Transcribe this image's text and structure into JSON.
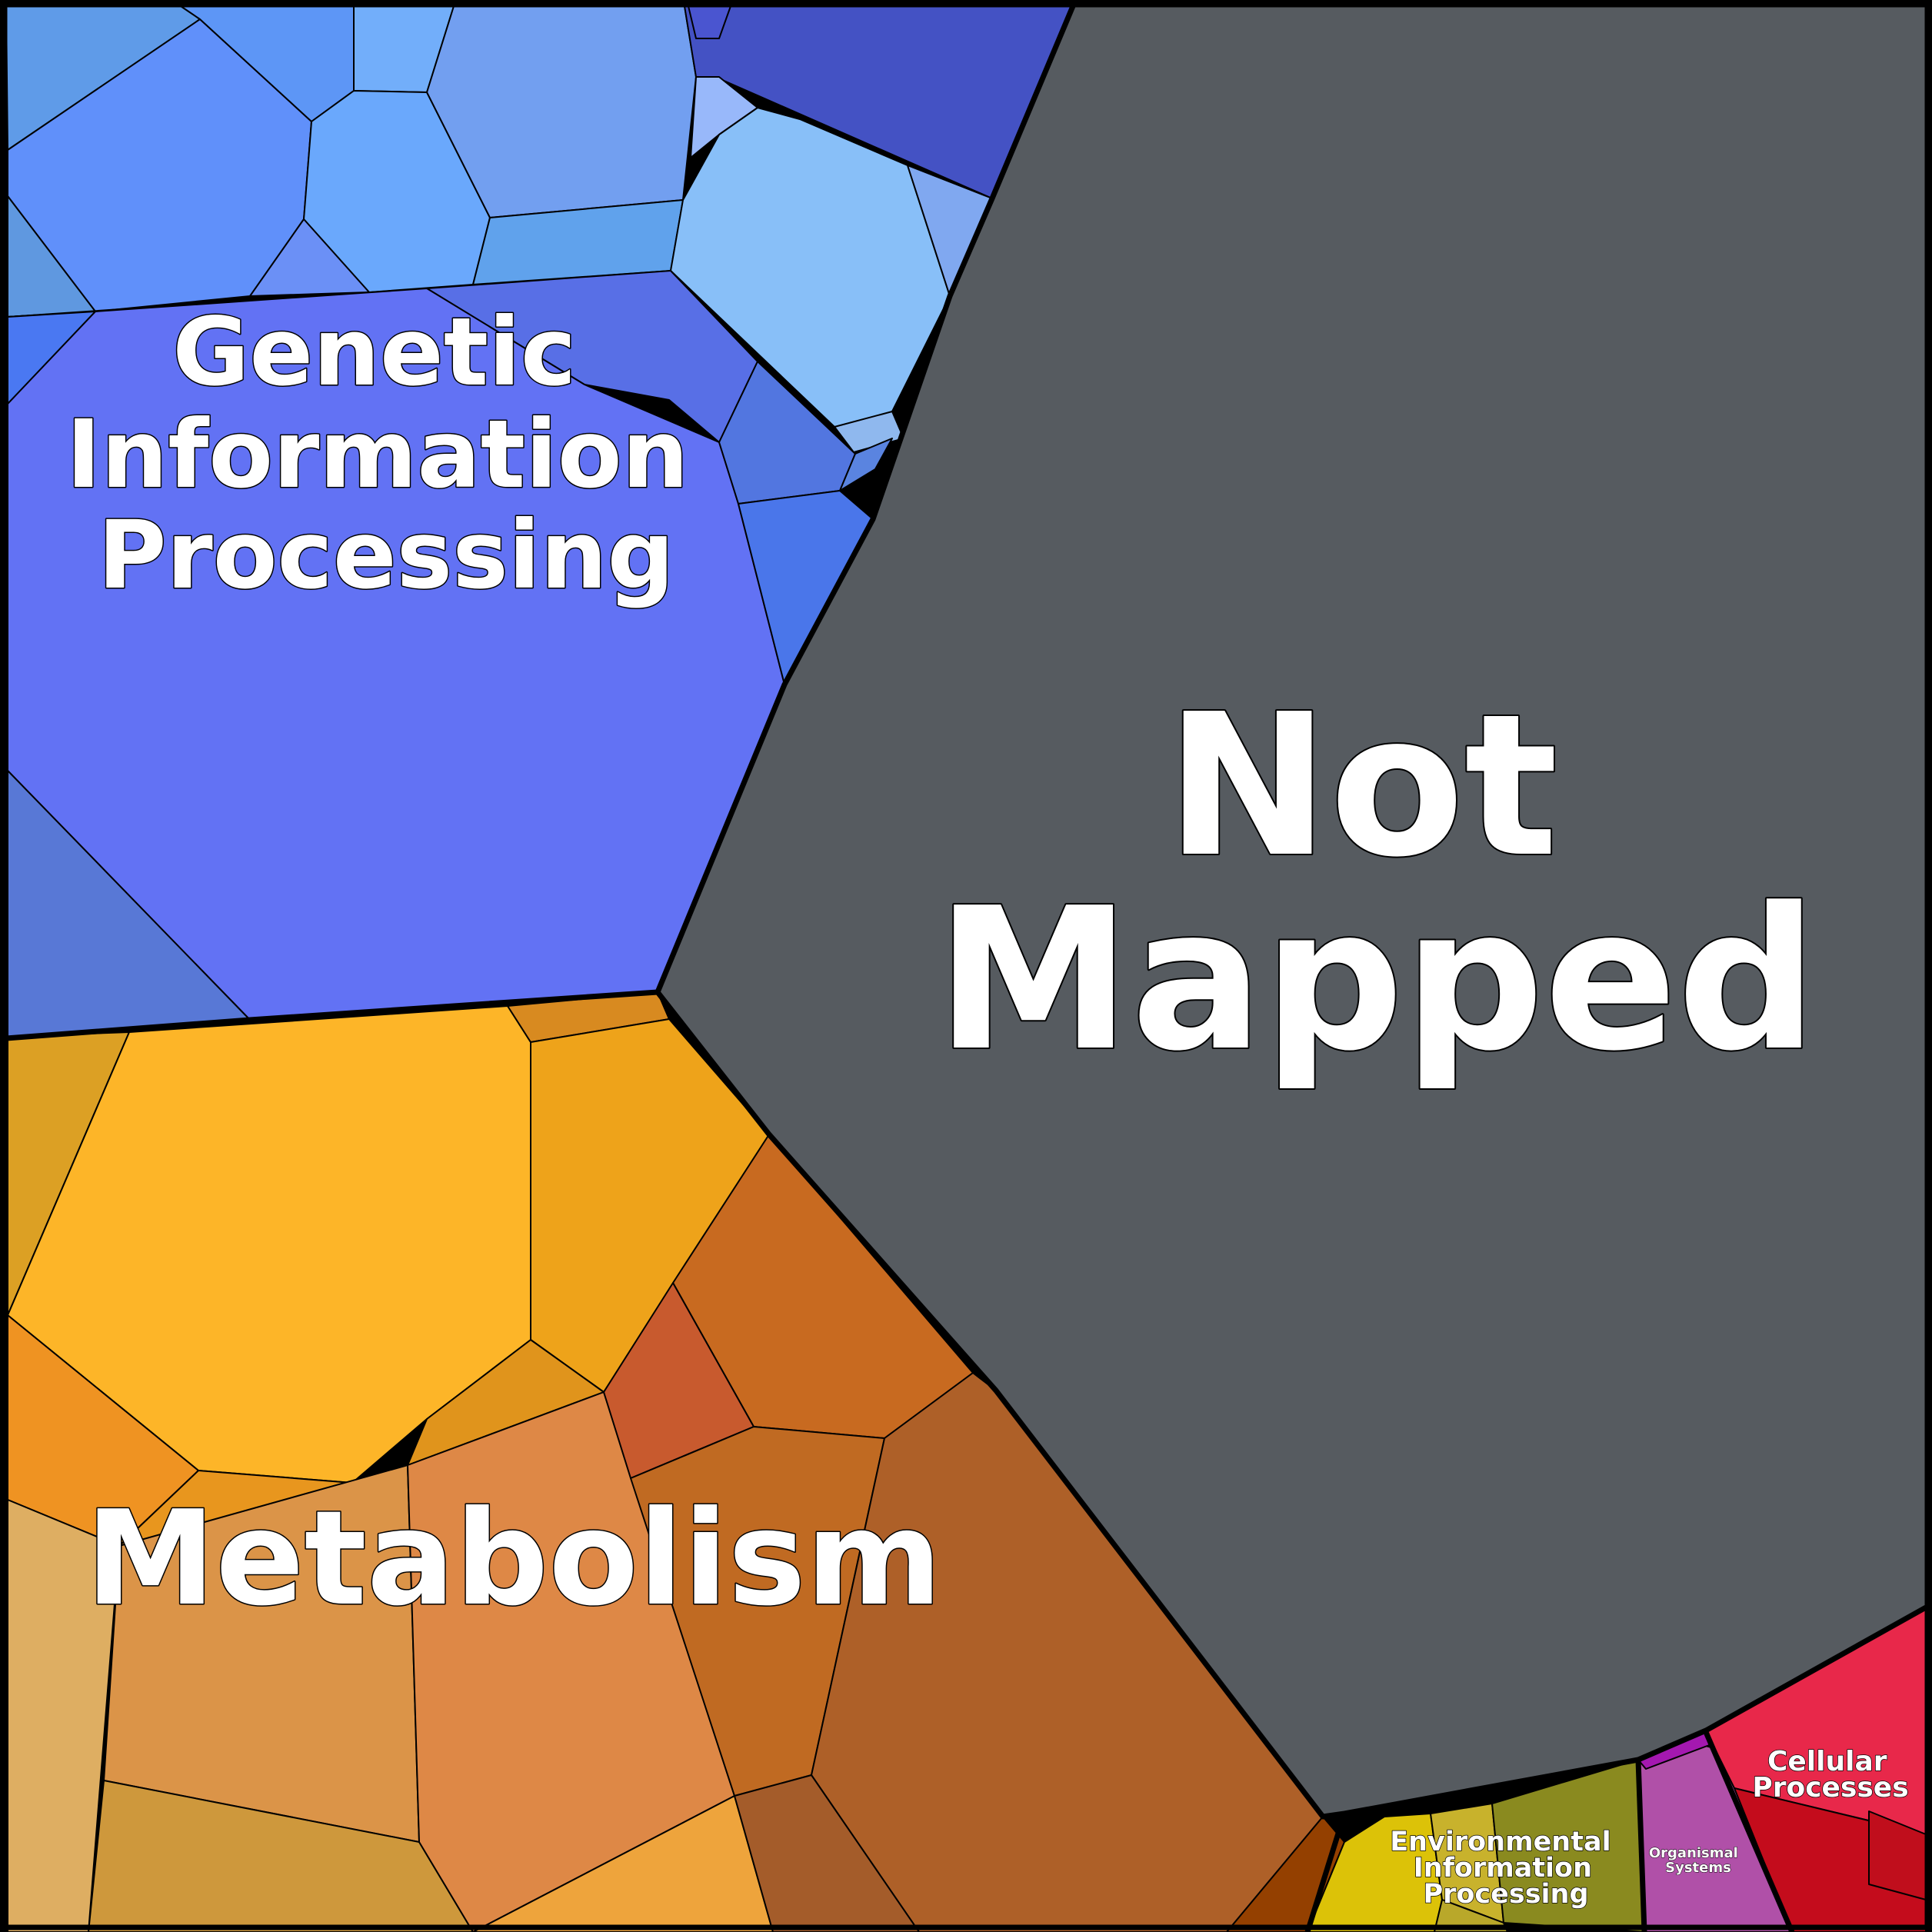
{
  "labels": {
    "not_mapped": [
      "Not",
      "Mapped"
    ],
    "genetic": [
      "Genetic",
      "Information",
      "Processing"
    ],
    "metabolism": [
      "Metabolism"
    ],
    "environmental": [
      "Environmental",
      "Information",
      "Processing"
    ],
    "organismal": [
      "Organismal",
      "Systems"
    ],
    "cellular": [
      "Cellular",
      "Processes"
    ]
  },
  "colors": {
    "not_mapped": "#565b60",
    "genetic": "#6272f4",
    "metabolism": "#fdb528",
    "environmental": "#8a8a1f",
    "organismal": "#b050a8",
    "cellular": "#e8284a",
    "border": "#000000"
  }
}
